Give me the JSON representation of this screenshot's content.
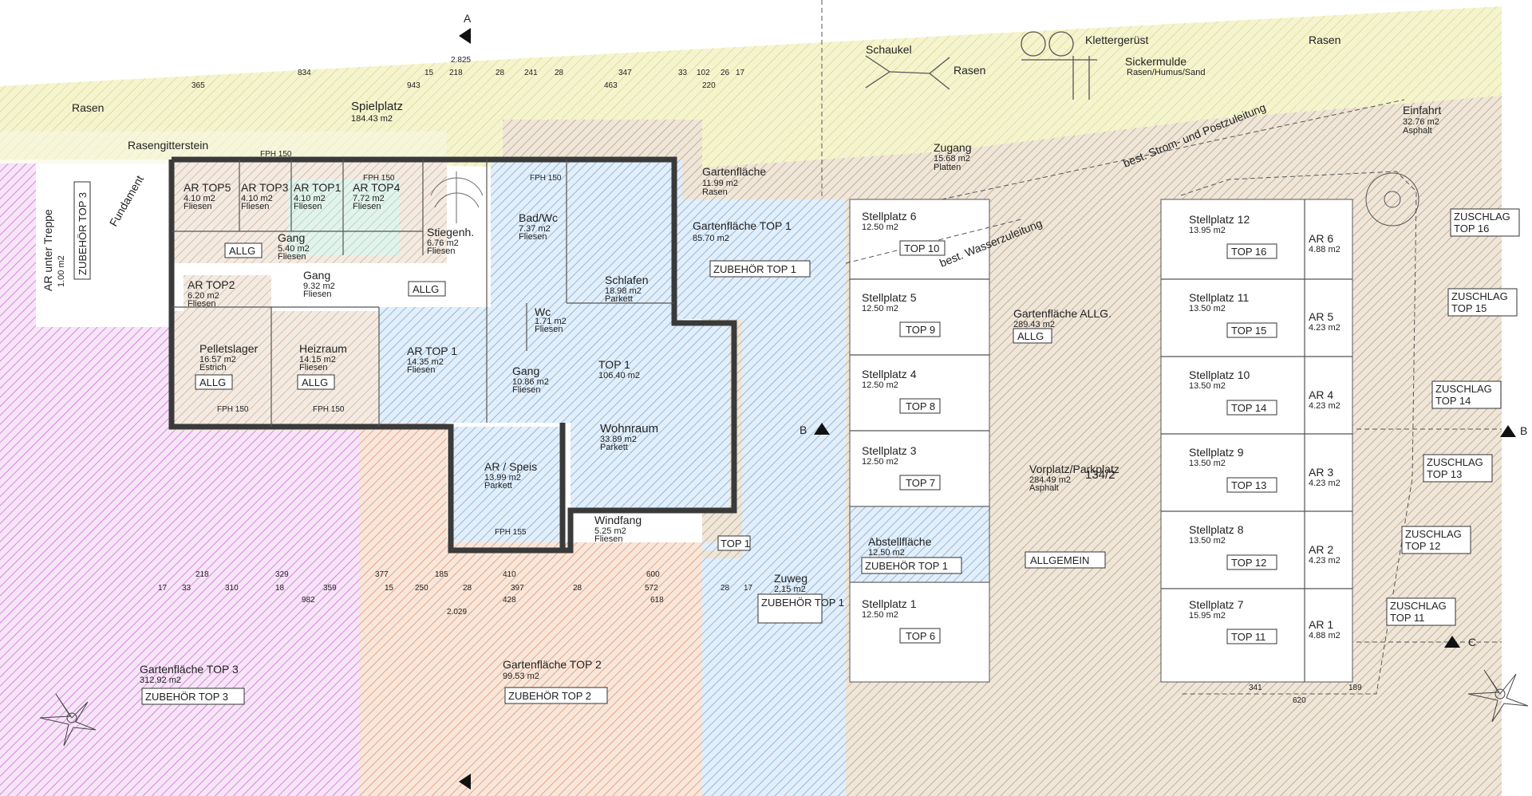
{
  "colors": {
    "lawn": "#f2f3c9",
    "lawn_hatch": "#d8c66a",
    "top3": "#d98ee0",
    "top2": "#e6a07a",
    "top1": "#9fc6e8",
    "general": "#cdb492",
    "wall": "#3a3a3a",
    "stair_stroke": "#6a6a6a"
  },
  "labels": {
    "rasen_left": "Rasen",
    "rasen_mid": "Rasen",
    "rasen_right": "Rasen",
    "spielplatz": "Spielplatz",
    "spielplatz_area": "184.43 m2",
    "schaukel": "Schaukel",
    "klettergeruest": "Klettergerüst",
    "sickermulde": "Sickermulde",
    "sickermulde_sub": "Rasen/Humus/Sand",
    "rasengitterstein": "Rasengitterstein",
    "fundament": "Fundament",
    "einfahrt": "Einfahrt",
    "einfahrt_area": "32.76 m2",
    "einfahrt_sub": "Asphalt",
    "zugang": "Zugang",
    "zugang_area": "15.68 m2",
    "zugang_sub": "Platten",
    "strom_post": "best. Strom- und Postzuleitung",
    "wasser": "best. Wasserzuleitung",
    "gartenflaeche_top": "Gartenfläche",
    "gartenflaeche_top_area": "11.99 m2",
    "gartenflaeche_top_sub": "Rasen",
    "ar_unter_treppe": "AR unter Treppe",
    "ar_unter_treppe_area": "1.00 m2",
    "zubehoer_top3_v": "ZUBEHÖR TOP 3",
    "section_a": "A",
    "section_b": "B",
    "section_c": "C",
    "parcel": "134/2"
  },
  "rooms": [
    {
      "name": "AR TOP5",
      "area": "4.10 m2",
      "floor": "Fliesen"
    },
    {
      "name": "AR TOP3",
      "area": "4.10 m2",
      "floor": "Fliesen"
    },
    {
      "name": "AR TOP1",
      "area": "4.10 m2",
      "floor": "Fliesen"
    },
    {
      "name": "AR TOP4",
      "area": "7.72 m2",
      "floor": "Fliesen"
    },
    {
      "name": "Gang",
      "area": "5.40 m2",
      "floor": "Fliesen"
    },
    {
      "name": "ALLG"
    },
    {
      "name": "Stiegenh.",
      "area": "6.76 m2",
      "floor": "Fliesen"
    },
    {
      "name": "AR TOP2",
      "area": "6.20 m2",
      "floor": "Fliesen"
    },
    {
      "name": "Gang",
      "area": "9.32 m2",
      "floor": "Fliesen"
    },
    {
      "name": "Pelletslager",
      "area": "16.57 m2",
      "floor": "Estrich"
    },
    {
      "name": "Heizraum",
      "area": "14.15 m2",
      "floor": "Fliesen"
    },
    {
      "name": "AR TOP 1",
      "area": "14.35 m2",
      "floor": "Fliesen"
    },
    {
      "name": "Bad/Wc",
      "area": "7.37 m2",
      "floor": "Fliesen"
    },
    {
      "name": "Schlafen",
      "area": "18.98 m2",
      "floor": "Parkett"
    },
    {
      "name": "Wc",
      "area": "1.71 m2",
      "floor": "Fliesen"
    },
    {
      "name": "Gang",
      "area": "10.86 m2",
      "floor": "Fliesen"
    },
    {
      "name": "TOP 1",
      "area": "106.40 m2"
    },
    {
      "name": "Wohnraum",
      "area": "33.89 m2",
      "floor": "Parkett"
    },
    {
      "name": "AR / Speis",
      "area": "13.99 m2",
      "floor": "Parkett"
    },
    {
      "name": "Windfang",
      "area": "5.25 m2",
      "floor": "Fliesen"
    }
  ],
  "tags": {
    "allg": "ALLG",
    "top1": "TOP 1",
    "zubehoer_top1": "ZUBEHÖR TOP 1",
    "zubehoer_top2": "ZUBEHÖR TOP 2",
    "zubehoer_top3": "ZUBEHÖR TOP 3",
    "allgemein": "ALLGEMEIN"
  },
  "gardens": {
    "top1": {
      "name": "Gartenfläche TOP 1",
      "area": "85.70 m2"
    },
    "top2": {
      "name": "Gartenfläche TOP 2",
      "area": "99.53 m2"
    },
    "top3": {
      "name": "Gartenfläche TOP 3",
      "area": "312.92 m2"
    },
    "allg": {
      "name": "Gartenfläche ALLG.",
      "area": "289.43 m2"
    },
    "vorplatz": {
      "name": "Vorplatz/Parkplatz",
      "area": "284.49 m2",
      "sub": "Asphalt"
    },
    "abstell": {
      "name": "Abstellfläche",
      "area": "12.50 m2"
    },
    "zuweg": {
      "name": "Zuweg",
      "area": "2.15 m2"
    }
  },
  "stellplaetze_left": [
    {
      "name": "Stellplatz 6",
      "area": "12.50 m2",
      "tag": "TOP 10"
    },
    {
      "name": "Stellplatz 5",
      "area": "12.50 m2",
      "tag": "TOP 9"
    },
    {
      "name": "Stellplatz 4",
      "area": "12.50 m2",
      "tag": "TOP 8"
    },
    {
      "name": "Stellplatz 3",
      "area": "12.50 m2",
      "tag": "TOP 7"
    },
    {
      "name": "Stellplatz 1",
      "area": "12.50 m2",
      "tag": "TOP 6"
    }
  ],
  "stellplaetze_right": [
    {
      "name": "Stellplatz 12",
      "area": "13.95 m2",
      "tag": "TOP 16",
      "ar": "AR 6",
      "ar_area": "4.88 m2",
      "zuschlag": "ZUSCHLAG",
      "zuschlag_top": "TOP 16"
    },
    {
      "name": "Stellplatz 11",
      "area": "13.50 m2",
      "tag": "TOP 15",
      "ar": "AR 5",
      "ar_area": "4.23 m2",
      "zuschlag": "ZUSCHLAG",
      "zuschlag_top": "TOP 15"
    },
    {
      "name": "Stellplatz 10",
      "area": "13.50 m2",
      "tag": "TOP 14",
      "ar": "AR 4",
      "ar_area": "4.23 m2",
      "zuschlag": "ZUSCHLAG",
      "zuschlag_top": "TOP 14"
    },
    {
      "name": "Stellplatz 9",
      "area": "13.50 m2",
      "tag": "TOP 13",
      "ar": "AR 3",
      "ar_area": "4.23 m2",
      "zuschlag": "ZUSCHLAG",
      "zuschlag_top": "TOP 13"
    },
    {
      "name": "Stellplatz 8",
      "area": "13.50 m2",
      "tag": "TOP 12",
      "ar": "AR 2",
      "ar_area": "4.23 m2",
      "zuschlag": "ZUSCHLAG",
      "zuschlag_top": "TOP 12"
    },
    {
      "name": "Stellplatz 7",
      "area": "15.95 m2",
      "tag": "TOP 11",
      "ar": "AR 1",
      "ar_area": "4.88 m2",
      "zuschlag": "ZUSCHLAG",
      "zuschlag_top": "TOP 11"
    }
  ],
  "dimensions": {
    "top_row": [
      "365",
      "834",
      "943",
      "15",
      "218",
      "28",
      "241",
      "28",
      "347",
      "33",
      "102",
      "26",
      "17"
    ],
    "top_row2": [
      "2.825",
      "463",
      "220"
    ],
    "bottom_row": [
      "17",
      "33",
      "310",
      "18",
      "359",
      "377",
      "15",
      "250",
      "28",
      "397",
      "28",
      "572",
      "28",
      "17"
    ],
    "bottom_row2": [
      "982",
      "410",
      "428",
      "618",
      "2.029"
    ],
    "bottom_row3": [
      "218",
      "329",
      "185",
      "600"
    ],
    "fph": [
      "FPH 150",
      "FPH 150",
      "FPH 150",
      "FPH 150",
      "FPH 150",
      "FPH 155"
    ],
    "right_col": [
      "341",
      "620",
      "189"
    ]
  }
}
